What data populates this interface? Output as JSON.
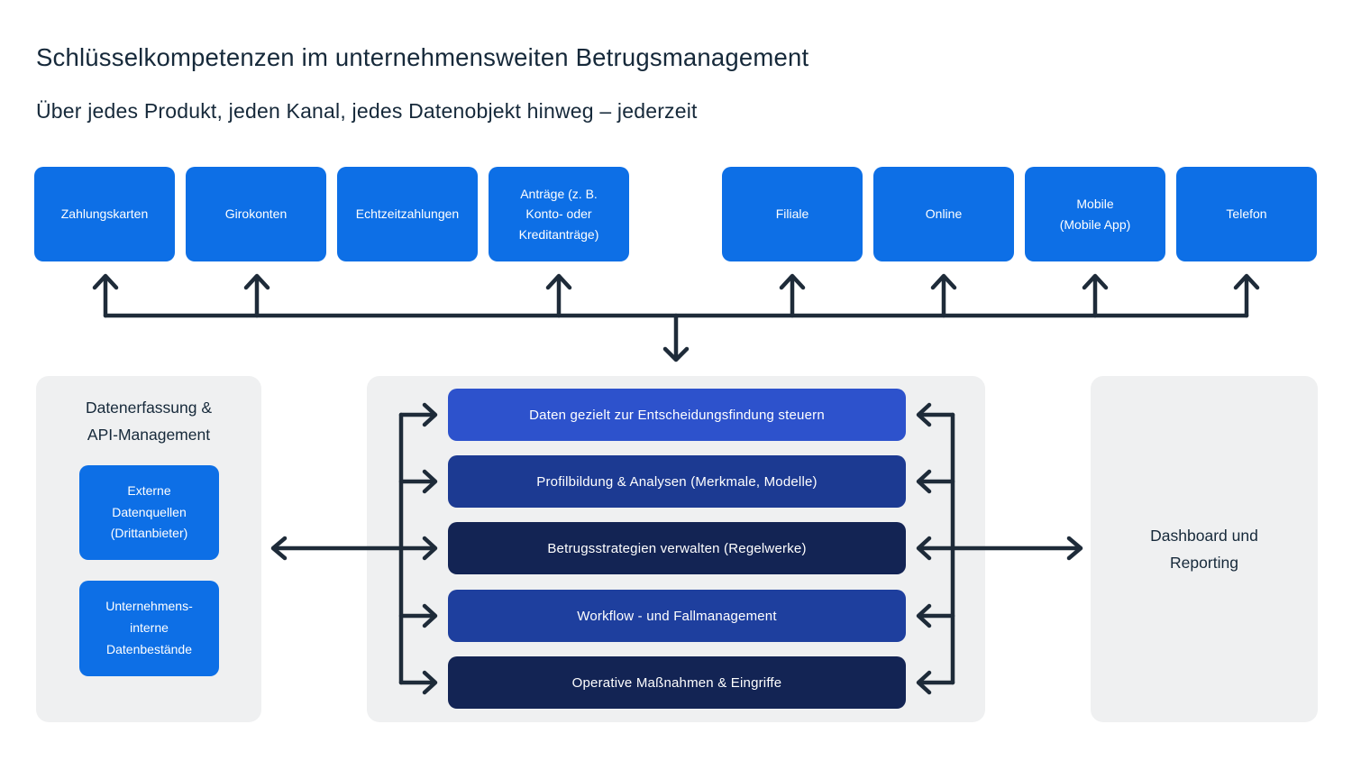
{
  "title": "Schlüsselkompetenzen im unternehmensweiten Betrugsmanagement",
  "subtitle": "Über jedes Produkt, jeden Kanal, jedes Datenobjekt hinweg – jederzeit",
  "top_boxes": [
    {
      "label": "Zahlungskarten"
    },
    {
      "label": "Girokonten"
    },
    {
      "label": "Echtzeitzahlungen"
    },
    {
      "label": "Anträge (z. B.\nKonto- oder\nKreditanträge)"
    },
    {
      "label": "Filiale"
    },
    {
      "label": "Online"
    },
    {
      "label": "Mobile\n(Mobile App)"
    },
    {
      "label": "Telefon"
    }
  ],
  "left_panel": {
    "title": "Datenerfassung &\nAPI-Management",
    "boxes": [
      {
        "label": "Externe\nDatenquellen\n(Drittanbieter)"
      },
      {
        "label": "Unternehmens-\ninterne\nDatenbestände"
      }
    ]
  },
  "center_panel": {
    "bars": [
      {
        "label": "Daten gezielt zur Entscheidungsfindung steuern",
        "color": "#2D52CC"
      },
      {
        "label": "Profilbildung & Analysen (Merkmale, Modelle)",
        "color": "#1C3A92"
      },
      {
        "label": "Betrugsstrategien verwalten (Regelwerke)",
        "color": "#132454"
      },
      {
        "label": "Workflow - und Fallmanagement",
        "color": "#1E3F9E"
      },
      {
        "label": "Operative Maßnahmen & Eingriffe",
        "color": "#132454"
      }
    ]
  },
  "right_panel": {
    "title": "Dashboard und\nReporting"
  },
  "colors": {
    "channel_box": "#0D6FE6",
    "panel_bg": "#EFF0F1",
    "connector": "#1E2B39",
    "heading_text": "#16293A",
    "box_text": "#FFFFFF"
  }
}
